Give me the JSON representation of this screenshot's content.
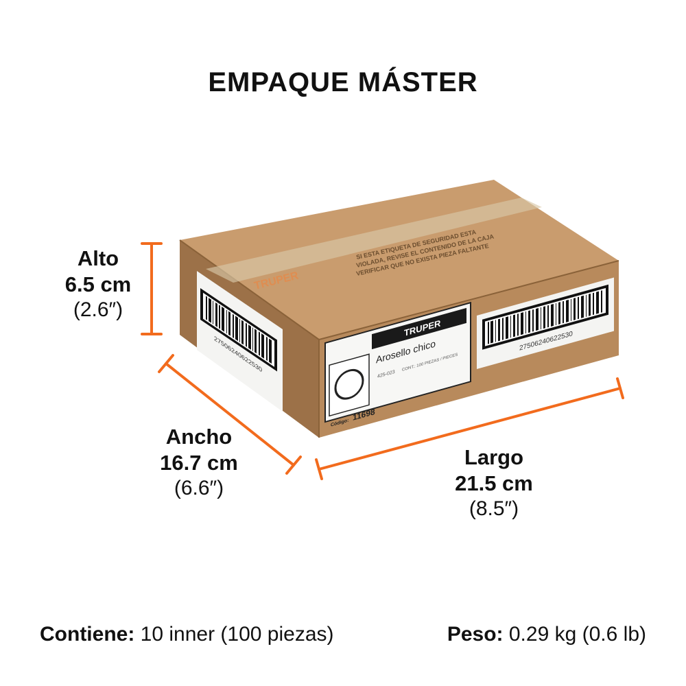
{
  "title": "EMPAQUE MÁSTER",
  "dimensions": {
    "alto": {
      "label": "Alto",
      "metric": "6.5 cm",
      "imperial": "(2.6″)"
    },
    "ancho": {
      "label": "Ancho",
      "metric": "16.7 cm",
      "imperial": "(6.6″)"
    },
    "largo": {
      "label": "Largo",
      "metric": "21.5 cm",
      "imperial": "(8.5″)"
    }
  },
  "footer": {
    "contains_label": "Contiene:",
    "contains_value": "10 inner (100 piezas)",
    "weight_label": "Peso:",
    "weight_value": "0.29 kg (0.6 lb)"
  },
  "box_label": {
    "brand": "TRUPER",
    "product": "Arosello chico",
    "model": "425-023",
    "content": "CONT.: 100 PIEZAS / PIECES",
    "code_label": "Código:",
    "code": "11698"
  },
  "barcode_number": "27506240622530",
  "tape_text_1": "SI ESTA ETIQUETA DE SEGURIDAD ESTA",
  "tape_text_2": "VIOLADA, REVISE EL CONTENIDO DE LA CAJA",
  "tape_text_3": "VERIFICAR QUE NO EXISTA PIEZA FALTANTE",
  "tape_brand": "TRUPER",
  "colors": {
    "accent": "#f26b1d",
    "cardboard": "#b88a5c",
    "cardboard_dark": "#9c7148",
    "cardboard_top": "#c99c6e"
  }
}
